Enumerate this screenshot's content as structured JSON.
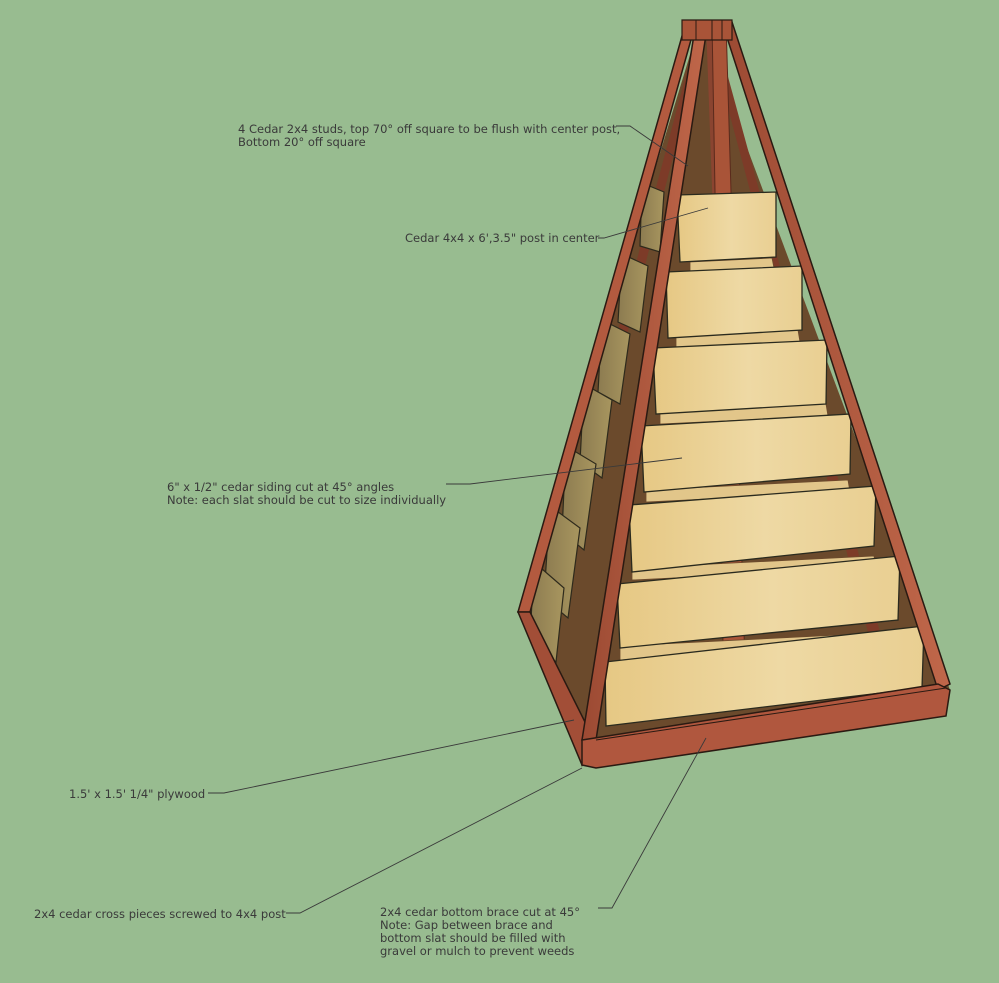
{
  "annotations": {
    "studs": {
      "line1": "4 Cedar 2x4 studs, top 70° off square to be flush with center post,",
      "line2": "Bottom 20° off square"
    },
    "post": "Cedar 4x4 x 6',3.5\" post in center",
    "siding": {
      "line1": "6\" x 1/2\" cedar siding cut at 45° angles",
      "line2": "Note: each slat should be cut to size individually"
    },
    "plywood": "1.5' x 1.5' 1/4\" plywood",
    "cross_pieces": "2x4 cedar cross pieces screwed to 4x4 post",
    "bottom_brace": {
      "line1": "2x4 cedar bottom brace cut at 45°",
      "line2": "Note: Gap between brace and",
      "line3": "bottom slat should be filled with",
      "line4": "gravel or mulch to prevent weeds"
    }
  },
  "colors": {
    "background": "#98bc90",
    "frame_wood": "#b0573e",
    "frame_wood_dark": "#8a3f2b",
    "slat_wood": "#e8cc8a",
    "slat_wood_light": "#efdcaa",
    "leader_line": "#3a3a3a"
  }
}
